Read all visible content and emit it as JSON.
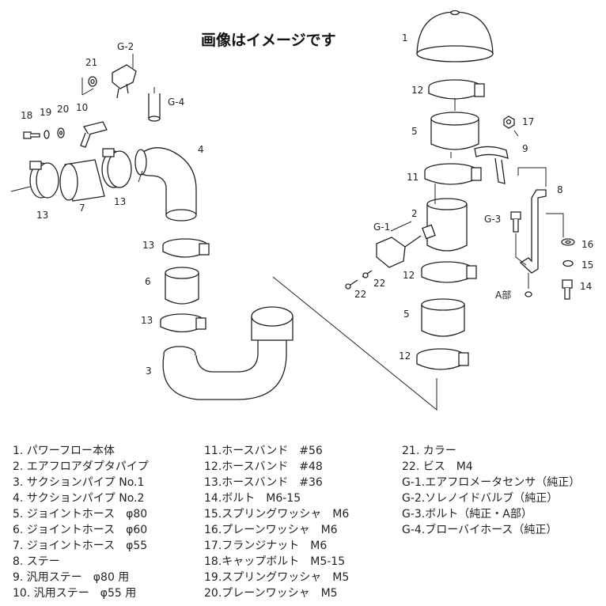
{
  "title": "画像はイメージです",
  "callouts": {
    "c1": "1",
    "c2": "2",
    "c3": "3",
    "c4": "4",
    "c5a": "5",
    "c5b": "5",
    "c6": "6",
    "c7": "7",
    "c8": "8",
    "c9": "9",
    "c10": "10",
    "c11": "11",
    "c12a": "12",
    "c12b": "12",
    "c12c": "12",
    "c13a": "13",
    "c13b": "13",
    "c13c": "13",
    "c13d": "13",
    "c14": "14",
    "c15": "15",
    "c16": "16",
    "c17": "17",
    "c18": "18",
    "c19": "19",
    "c20": "20",
    "c21": "21",
    "c22a": "22",
    "c22b": "22",
    "g1": "G-1",
    "g2": "G-2",
    "g3": "G-3",
    "g4": "G-4",
    "abu": "A部"
  },
  "parts": {
    "col1": [
      "1. パワーフロー本体",
      "2. エアフロアダプタパイプ",
      "3. サクションパイプ No.1",
      "4. サクションパイプ No.2",
      "5. ジョイントホース　φ80",
      "6. ジョイントホース　φ60",
      "7. ジョイントホース　φ55",
      "8. ステー",
      "9. 汎用ステー　φ80 用",
      "10. 汎用ステー　φ55 用"
    ],
    "col2": [
      "11.ホースバンド　#56",
      "12.ホースバンド　#48",
      "13.ホースバンド　#36",
      "14.ボルト　M6-15",
      "15.スプリングワッシャ　M6",
      "16.プレーンワッシャ　M6",
      "17.フランジナット　M6",
      "18.キャップボルト　M5-15",
      "19.スプリングワッシャ　M5",
      "20.プレーンワッシャ　M5"
    ],
    "col3": [
      "21. カラー",
      "22. ビス　M4",
      "G-1.エアフロメータセンサ（純正）",
      "G-2.ソレノイドバルブ（純正）",
      "G-3.ボルト（純正・A部）",
      "G-4.ブローバイホース（純正）"
    ]
  }
}
